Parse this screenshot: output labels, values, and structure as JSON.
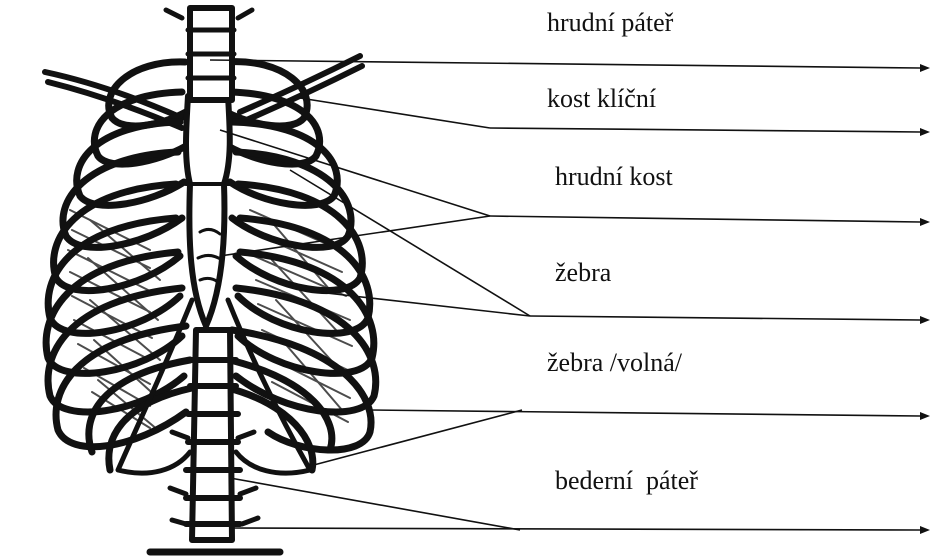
{
  "labels": {
    "thoracic_spine": "hrudní páteř",
    "collarbone": "kost klíční",
    "sternum": "hrudní kost",
    "ribs": "žebra",
    "floating_ribs": "žebra /volná/",
    "lumbar_spine": "bederní  páteř"
  },
  "colors": {
    "ink": "#111111",
    "paper": "#ffffff"
  }
}
